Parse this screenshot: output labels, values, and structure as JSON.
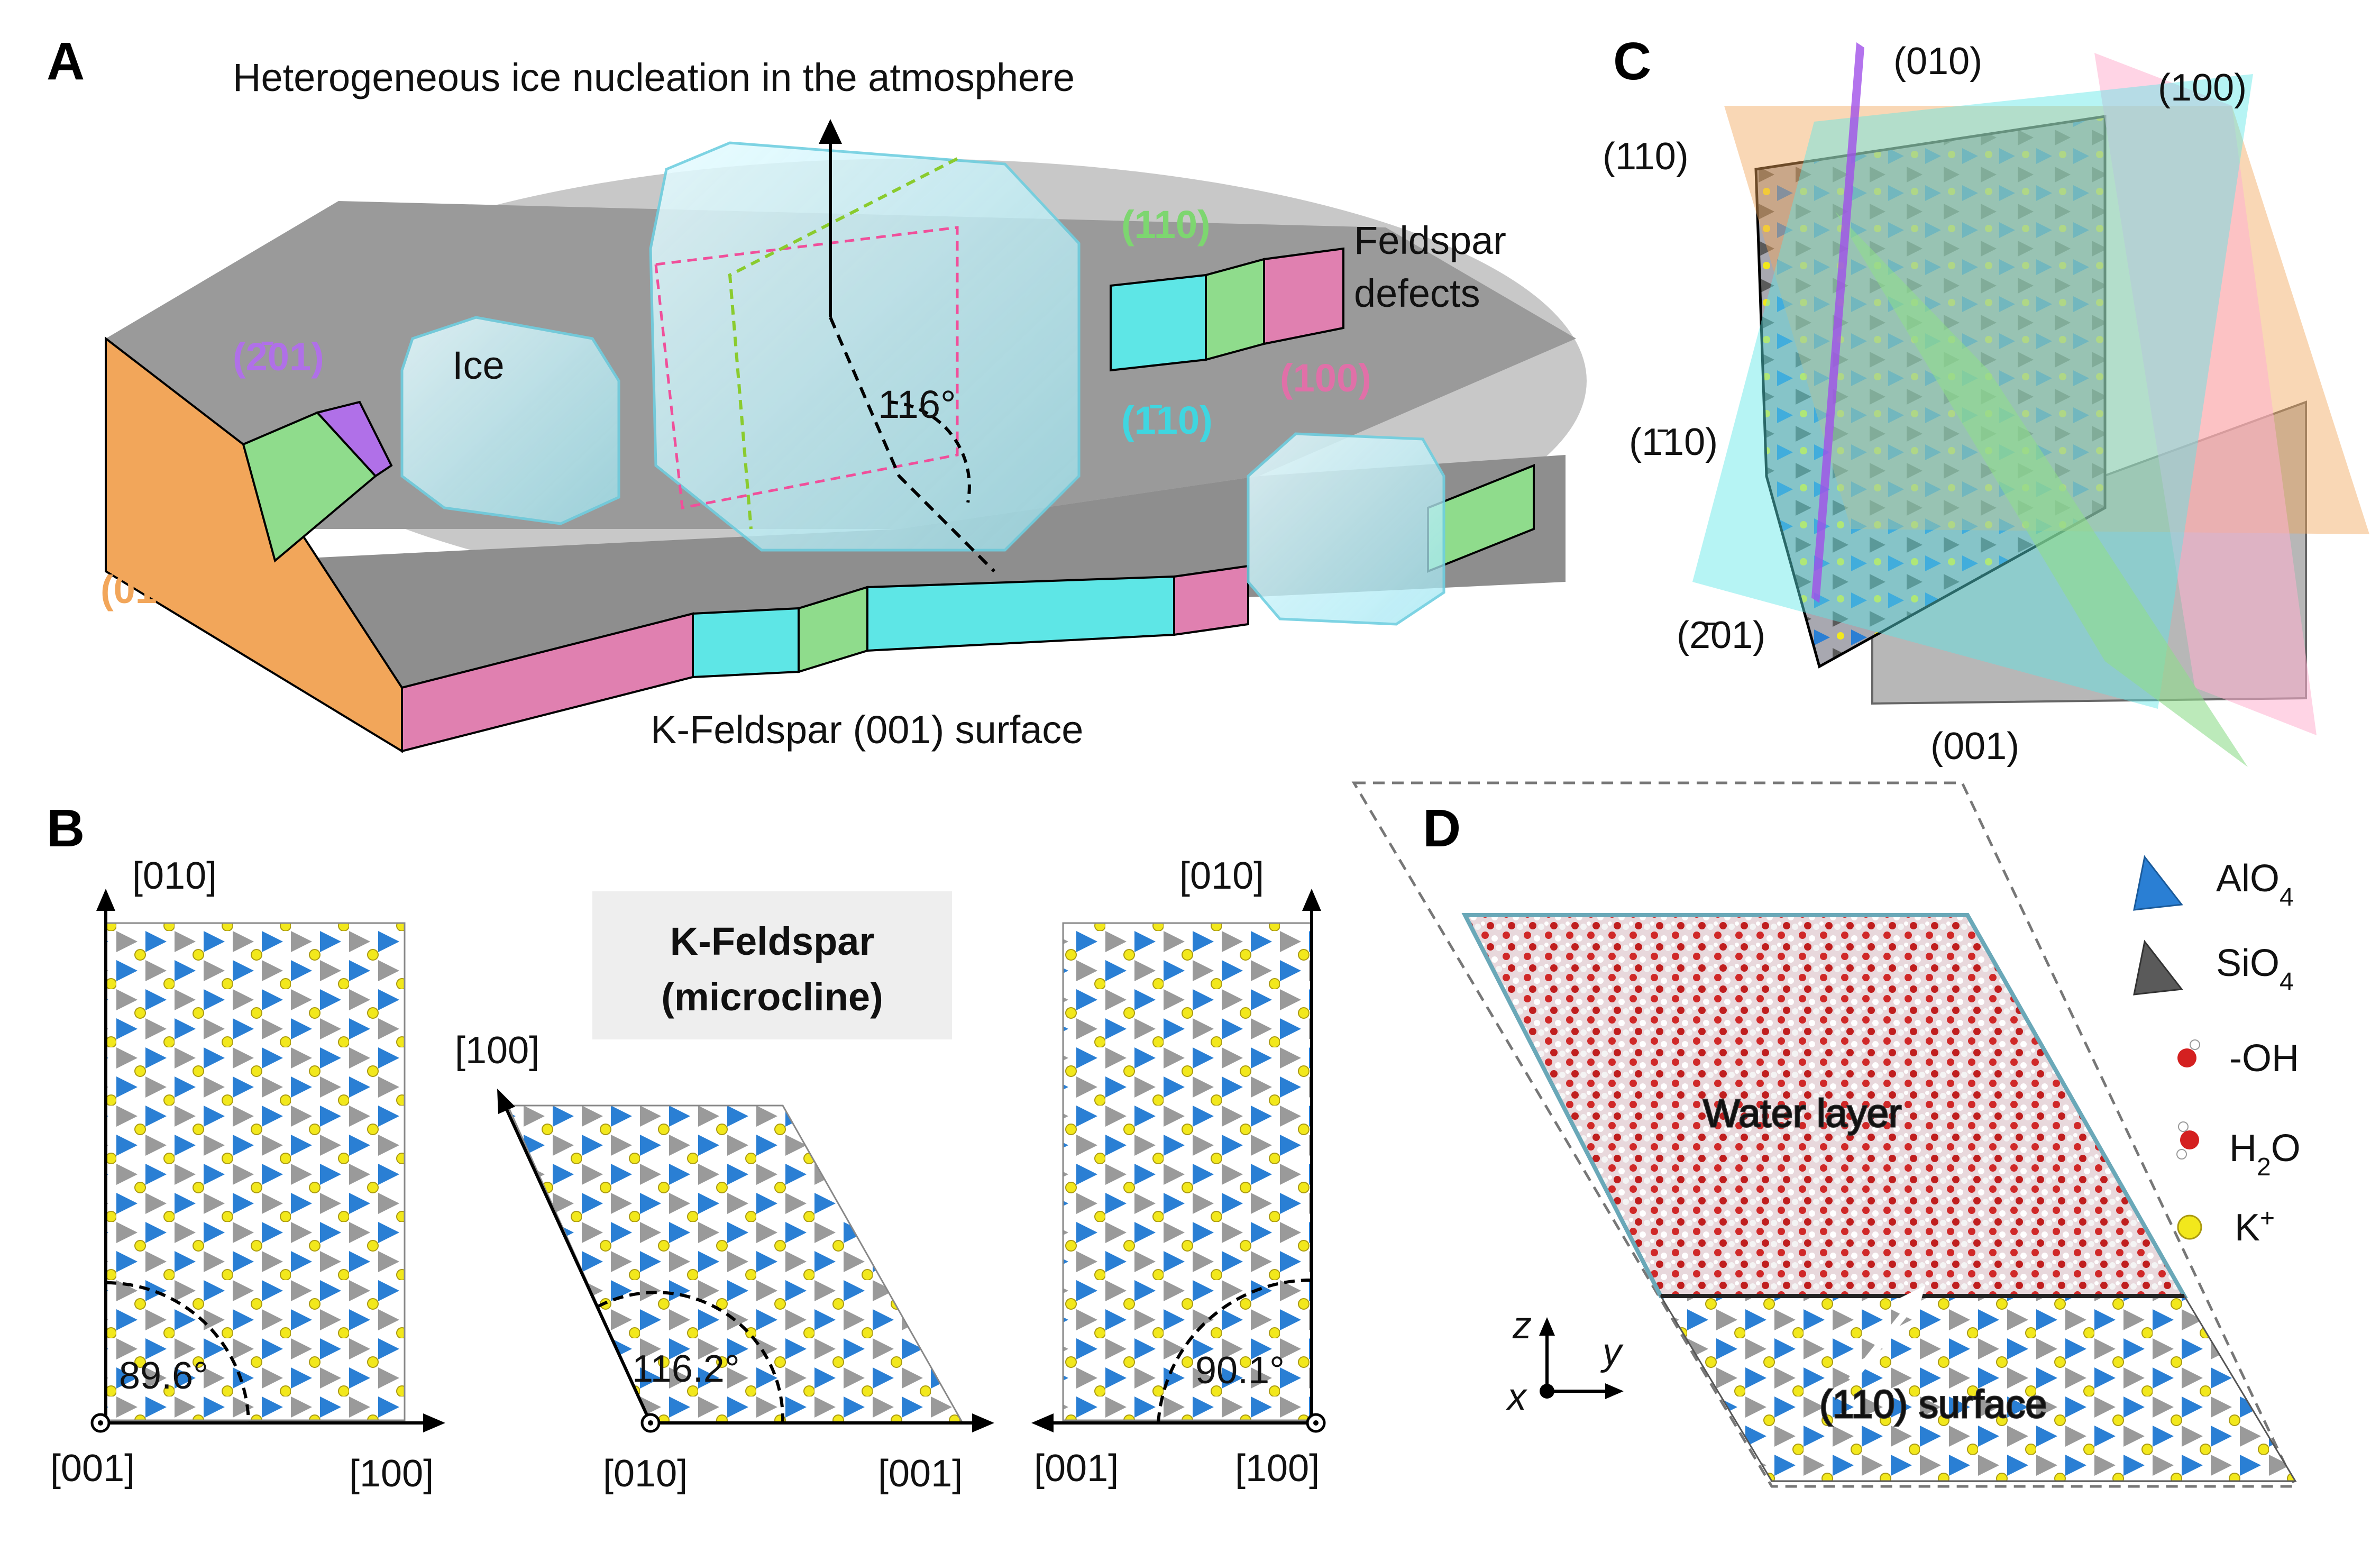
{
  "panels": {
    "a": {
      "letter": "A",
      "title": "Heterogeneous ice nucleation in the atmosphere",
      "ice_label": "Ice",
      "surface_label": "K-Feldspar (001) surface",
      "defects_label_1": "Feldspar",
      "defects_label_2": "defects",
      "angle_label": "116°",
      "facets": {
        "f010": "(010)",
        "f110": "(110)",
        "fm110": "(1̄10)",
        "f100": "(100)",
        "fm201": "(2̄01)"
      }
    },
    "b": {
      "letter": "B",
      "box_title_1": "K-Feldspar",
      "box_title_2": "(microcline)",
      "left": {
        "up": "[010]",
        "out": "[001]",
        "right": "[100]",
        "angle": "89.6°"
      },
      "middle": {
        "up": "[100]",
        "out": "[010]",
        "right": "[001]",
        "angle": "116.2°"
      },
      "right": {
        "up": "[010]",
        "left": "[001]",
        "out": "[100]",
        "angle": "90.1°"
      }
    },
    "c": {
      "letter": "C",
      "planes": {
        "p010": "(010)",
        "p100": "(100)",
        "p110": "(110)",
        "pm110": "(1̄10)",
        "pm201": "(2̄01)",
        "p001": "(001)"
      }
    },
    "d": {
      "letter": "D",
      "water_label": "Water layer",
      "surface_label": "(110) surface",
      "axes": {
        "z": "z",
        "y": "y",
        "x": "x"
      },
      "legend": [
        {
          "name": "AlO",
          "sub": "4",
          "sup": "",
          "icon": "blue-tetrahedron-icon"
        },
        {
          "name": "SiO",
          "sub": "4",
          "sup": "",
          "icon": "grey-tetrahedron-icon"
        },
        {
          "name": "-OH",
          "sub": "",
          "sup": "",
          "icon": "hydroxyl-icon"
        },
        {
          "name": "H",
          "sub": "2",
          "sup": "",
          "tail": "O",
          "icon": "water-molecule-icon"
        },
        {
          "name": "K",
          "sub": "",
          "sup": "+",
          "icon": "potassium-ion-icon"
        }
      ]
    }
  },
  "colors": {
    "f010": "#f2a65a",
    "f110": "#8fdc8c",
    "f1m10": "#5ee6e6",
    "f100": "#e080b0",
    "f201": "#b070e8",
    "alo4": "#2a7fd4",
    "sio4": "#8a8a8a",
    "k": "#f2e81c",
    "o": "#d42020"
  }
}
